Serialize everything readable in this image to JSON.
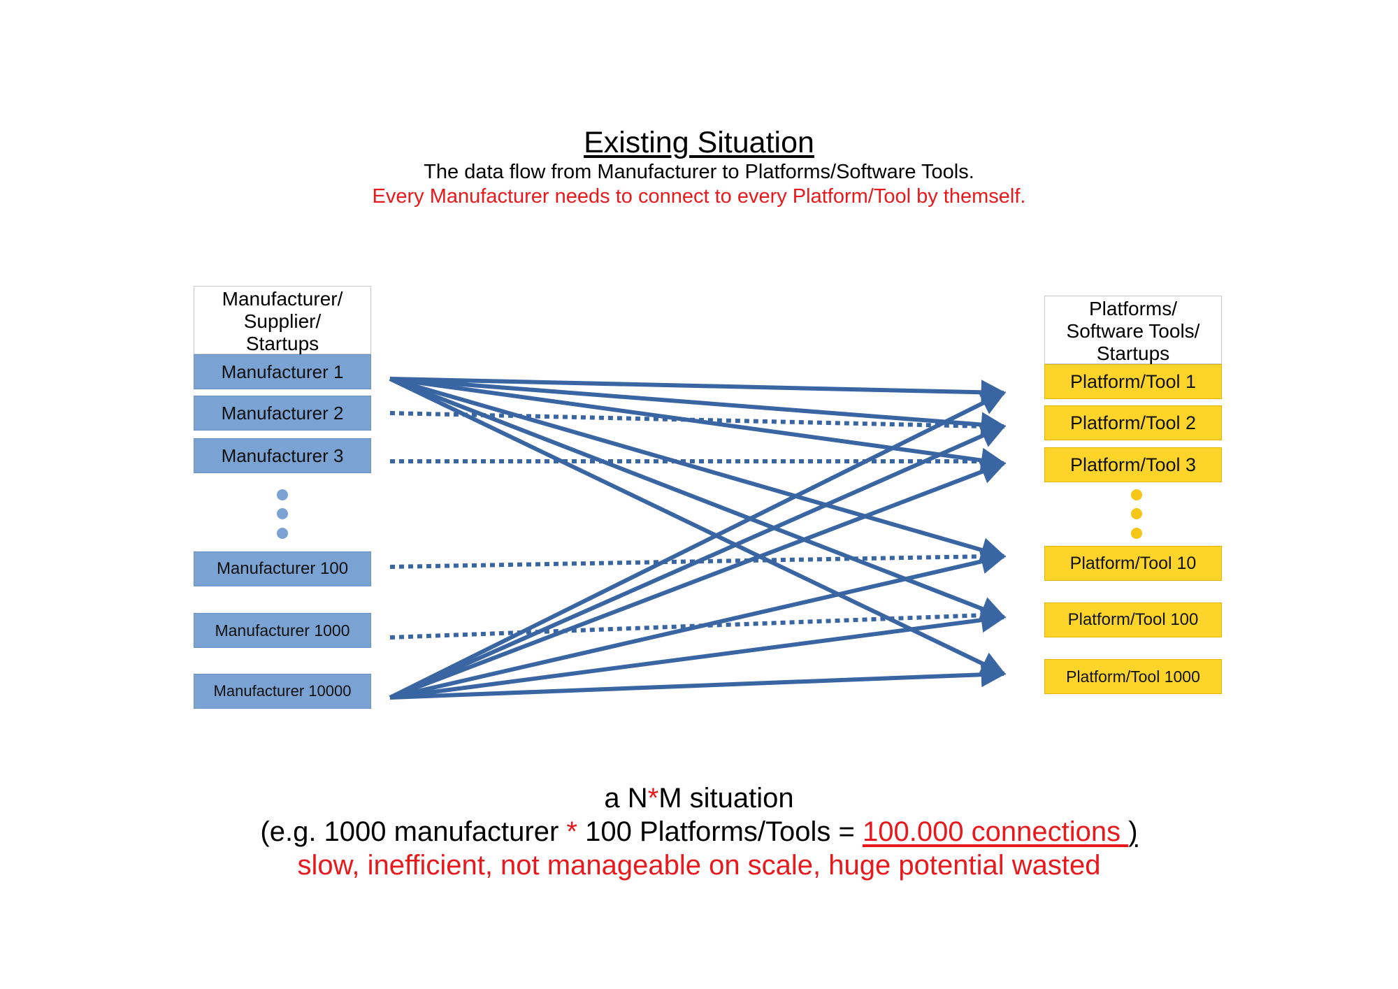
{
  "title": "Existing Situation",
  "subtitle": "The data flow from Manufacturer to Platforms/Software Tools.",
  "note": "Every Manufacturer needs to connect to every Platform/Tool by themself.",
  "left_header": [
    "Manufacturer/",
    "Supplier/",
    "Startups"
  ],
  "right_header": [
    "Platforms/",
    "Software Tools/",
    "Startups"
  ],
  "manufacturers": [
    "Manufacturer 1",
    "Manufacturer 2",
    "Manufacturer 3",
    "Manufacturer 100",
    "Manufacturer 1000",
    "Manufacturer 10000"
  ],
  "platforms": [
    "Platform/Tool 1",
    "Platform/Tool 2",
    "Platform/Tool 3",
    "Platform/Tool 10",
    "Platform/Tool 100",
    "Platform/Tool 1000"
  ],
  "bottom": {
    "line1_prefix": "a N",
    "line1_star": "*",
    "line1_suffix": "M situation",
    "line2_prefix": "(e.g. 1000 manufacturer ",
    "line2_star": "*",
    "line2_mid": " 100 Platforms/Tools = ",
    "line2_highlight": "100.000 connections  ",
    "line2_close": ")",
    "line3": "slow, inefficient, not manageable on scale, huge potential wasted"
  },
  "colors": {
    "arrow": "#3a65a3",
    "manufacturer_box": "#7aa2d3",
    "platform_box": "#fcd42a",
    "highlight_red": "#e8191c"
  }
}
